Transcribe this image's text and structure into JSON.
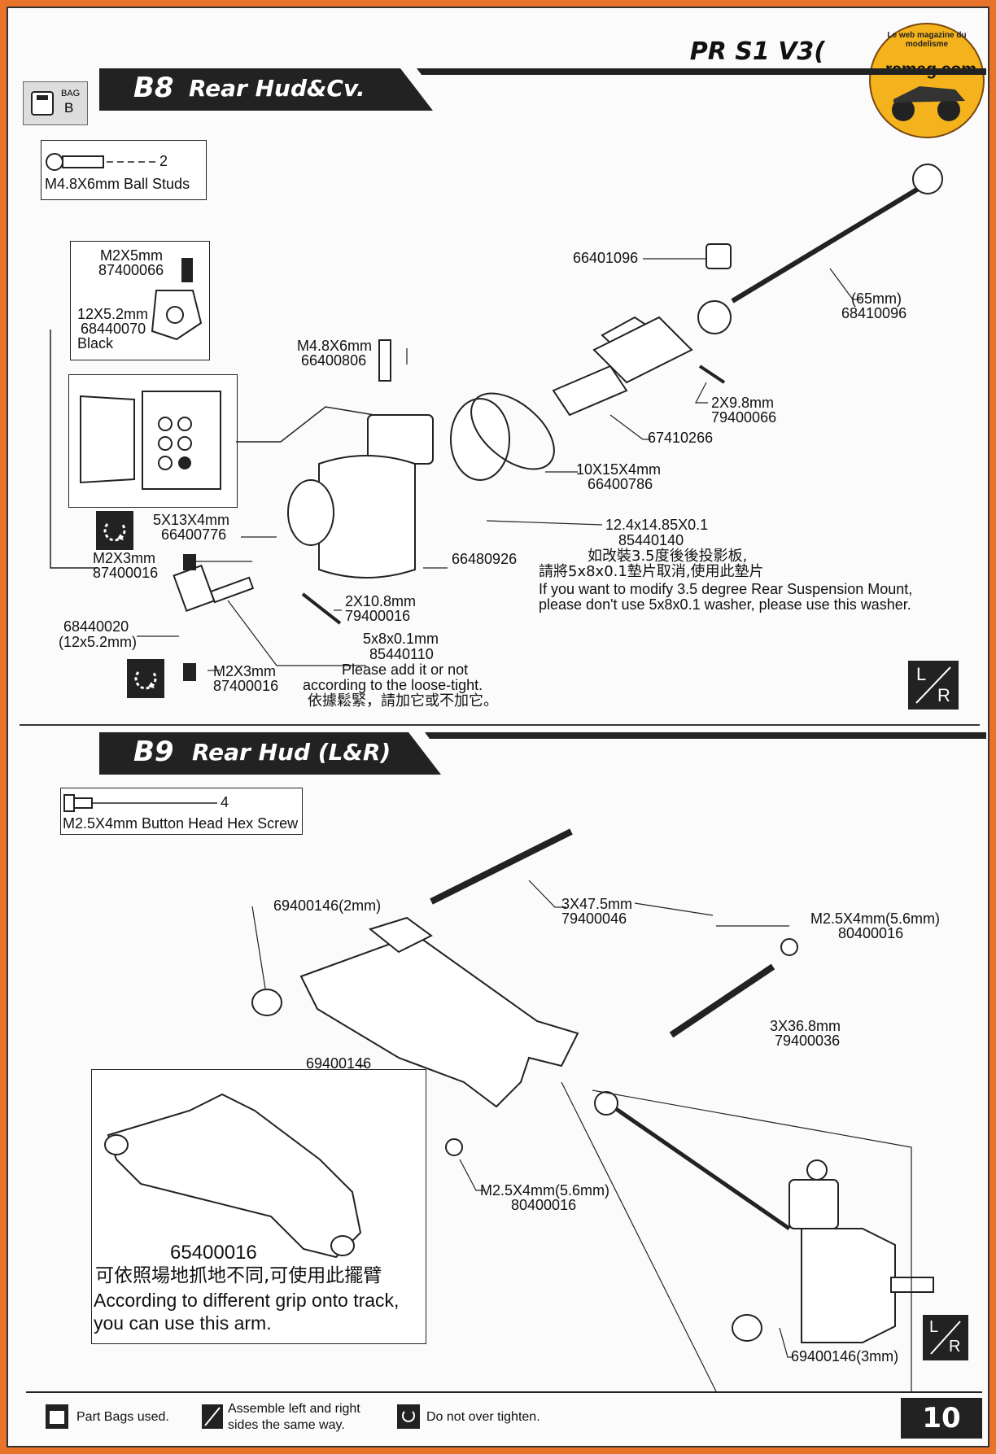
{
  "header": {
    "model": "PR S1 V3(",
    "logo_text": "rcmag.com",
    "logo_ring": "Le web magazine du modelisme"
  },
  "b8": {
    "step": "B8",
    "title": "Rear Hud&Cv.",
    "bag_label": "BAG",
    "bag_letter": "B",
    "ball_stud_qty": "2",
    "ball_stud_name": "M4.8X6mm Ball Studs",
    "inset_screw_size": "M2X5mm",
    "inset_screw_code": "87400066",
    "inset_hex_size": "12X5.2mm",
    "inset_hex_code": "68440070",
    "inset_hex_color": "Black",
    "ball_stud_size": "M4.8X6mm",
    "ball_stud_code": "66400806",
    "bearing_small_size": "5X13X4mm",
    "bearing_small_code": "66400776",
    "set_screw_size": "M2X3mm",
    "set_screw_code": "87400016",
    "hex_size_code": "68440020",
    "hex_size": "(12x5.2mm)",
    "set_screw2_size": "M2X3mm",
    "set_screw2_code": "87400016",
    "pin_small_size": "2X10.8mm",
    "pin_small_code": "79400016",
    "washer_size": "5x8x0.1mm",
    "washer_code": "85440110",
    "washer_note_1": "Please add it or not",
    "washer_note_2": "according to the loose-tight.",
    "washer_note_zh": "依據鬆緊，請加它或不加它。",
    "hub_code": "66480926",
    "shim_size": "12.4x14.85X0.1",
    "shim_code": "85440140",
    "shim_note_zh1": "如改裝3.5度後後投影板,",
    "shim_note_zh2": "請將5x8x0.1墊片取消,使用此墊片",
    "shim_note_en1": "If you want to modify 3.5 degree Rear Suspension Mount,",
    "shim_note_en2": "please don't use 5x8x0.1 washer, please use this washer.",
    "bearing_big_size": "10X15X4mm",
    "bearing_big_code": "66400786",
    "axle_code": "67410266",
    "pin_size": "2X9.8mm",
    "pin_code": "79400066",
    "collar_code": "66401096",
    "driveshaft_len": "(65mm)",
    "driveshaft_code": "68410096",
    "lr_l": "L",
    "lr_r": "R"
  },
  "b9": {
    "step": "B9",
    "title": "Rear Hud (L&R)",
    "screw_qty": "4",
    "screw_name": "M2.5X4mm Button Head Hex Screw",
    "spacer_top": "69400146(2mm)",
    "pin_long_size": "3X47.5mm",
    "pin_long_code": "79400046",
    "screw_right_size": "M2.5X4mm(5.6mm)",
    "screw_right_code": "80400016",
    "pin_mid_size": "3X36.8mm",
    "pin_mid_code": "79400036",
    "arm_code": "69400146",
    "screw_bottom_size": "M2.5X4mm(5.6mm)",
    "screw_bottom_code": "80400016",
    "spacer_bottom": "69400146(3mm)",
    "alt_arm_code": "65400016",
    "alt_arm_zh": "可依照場地抓地不同,可使用此擺臂",
    "alt_arm_en1": "According to different grip onto track,",
    "alt_arm_en2": "you can use this arm.",
    "lr_l": "L",
    "lr_r": "R"
  },
  "footer": {
    "bags_text": "Part Bags used.",
    "lr_text_1": "Assemble left and right",
    "lr_text_2": "sides the same way.",
    "tighten_text": "Do not over tighten.",
    "page_number": "10"
  }
}
